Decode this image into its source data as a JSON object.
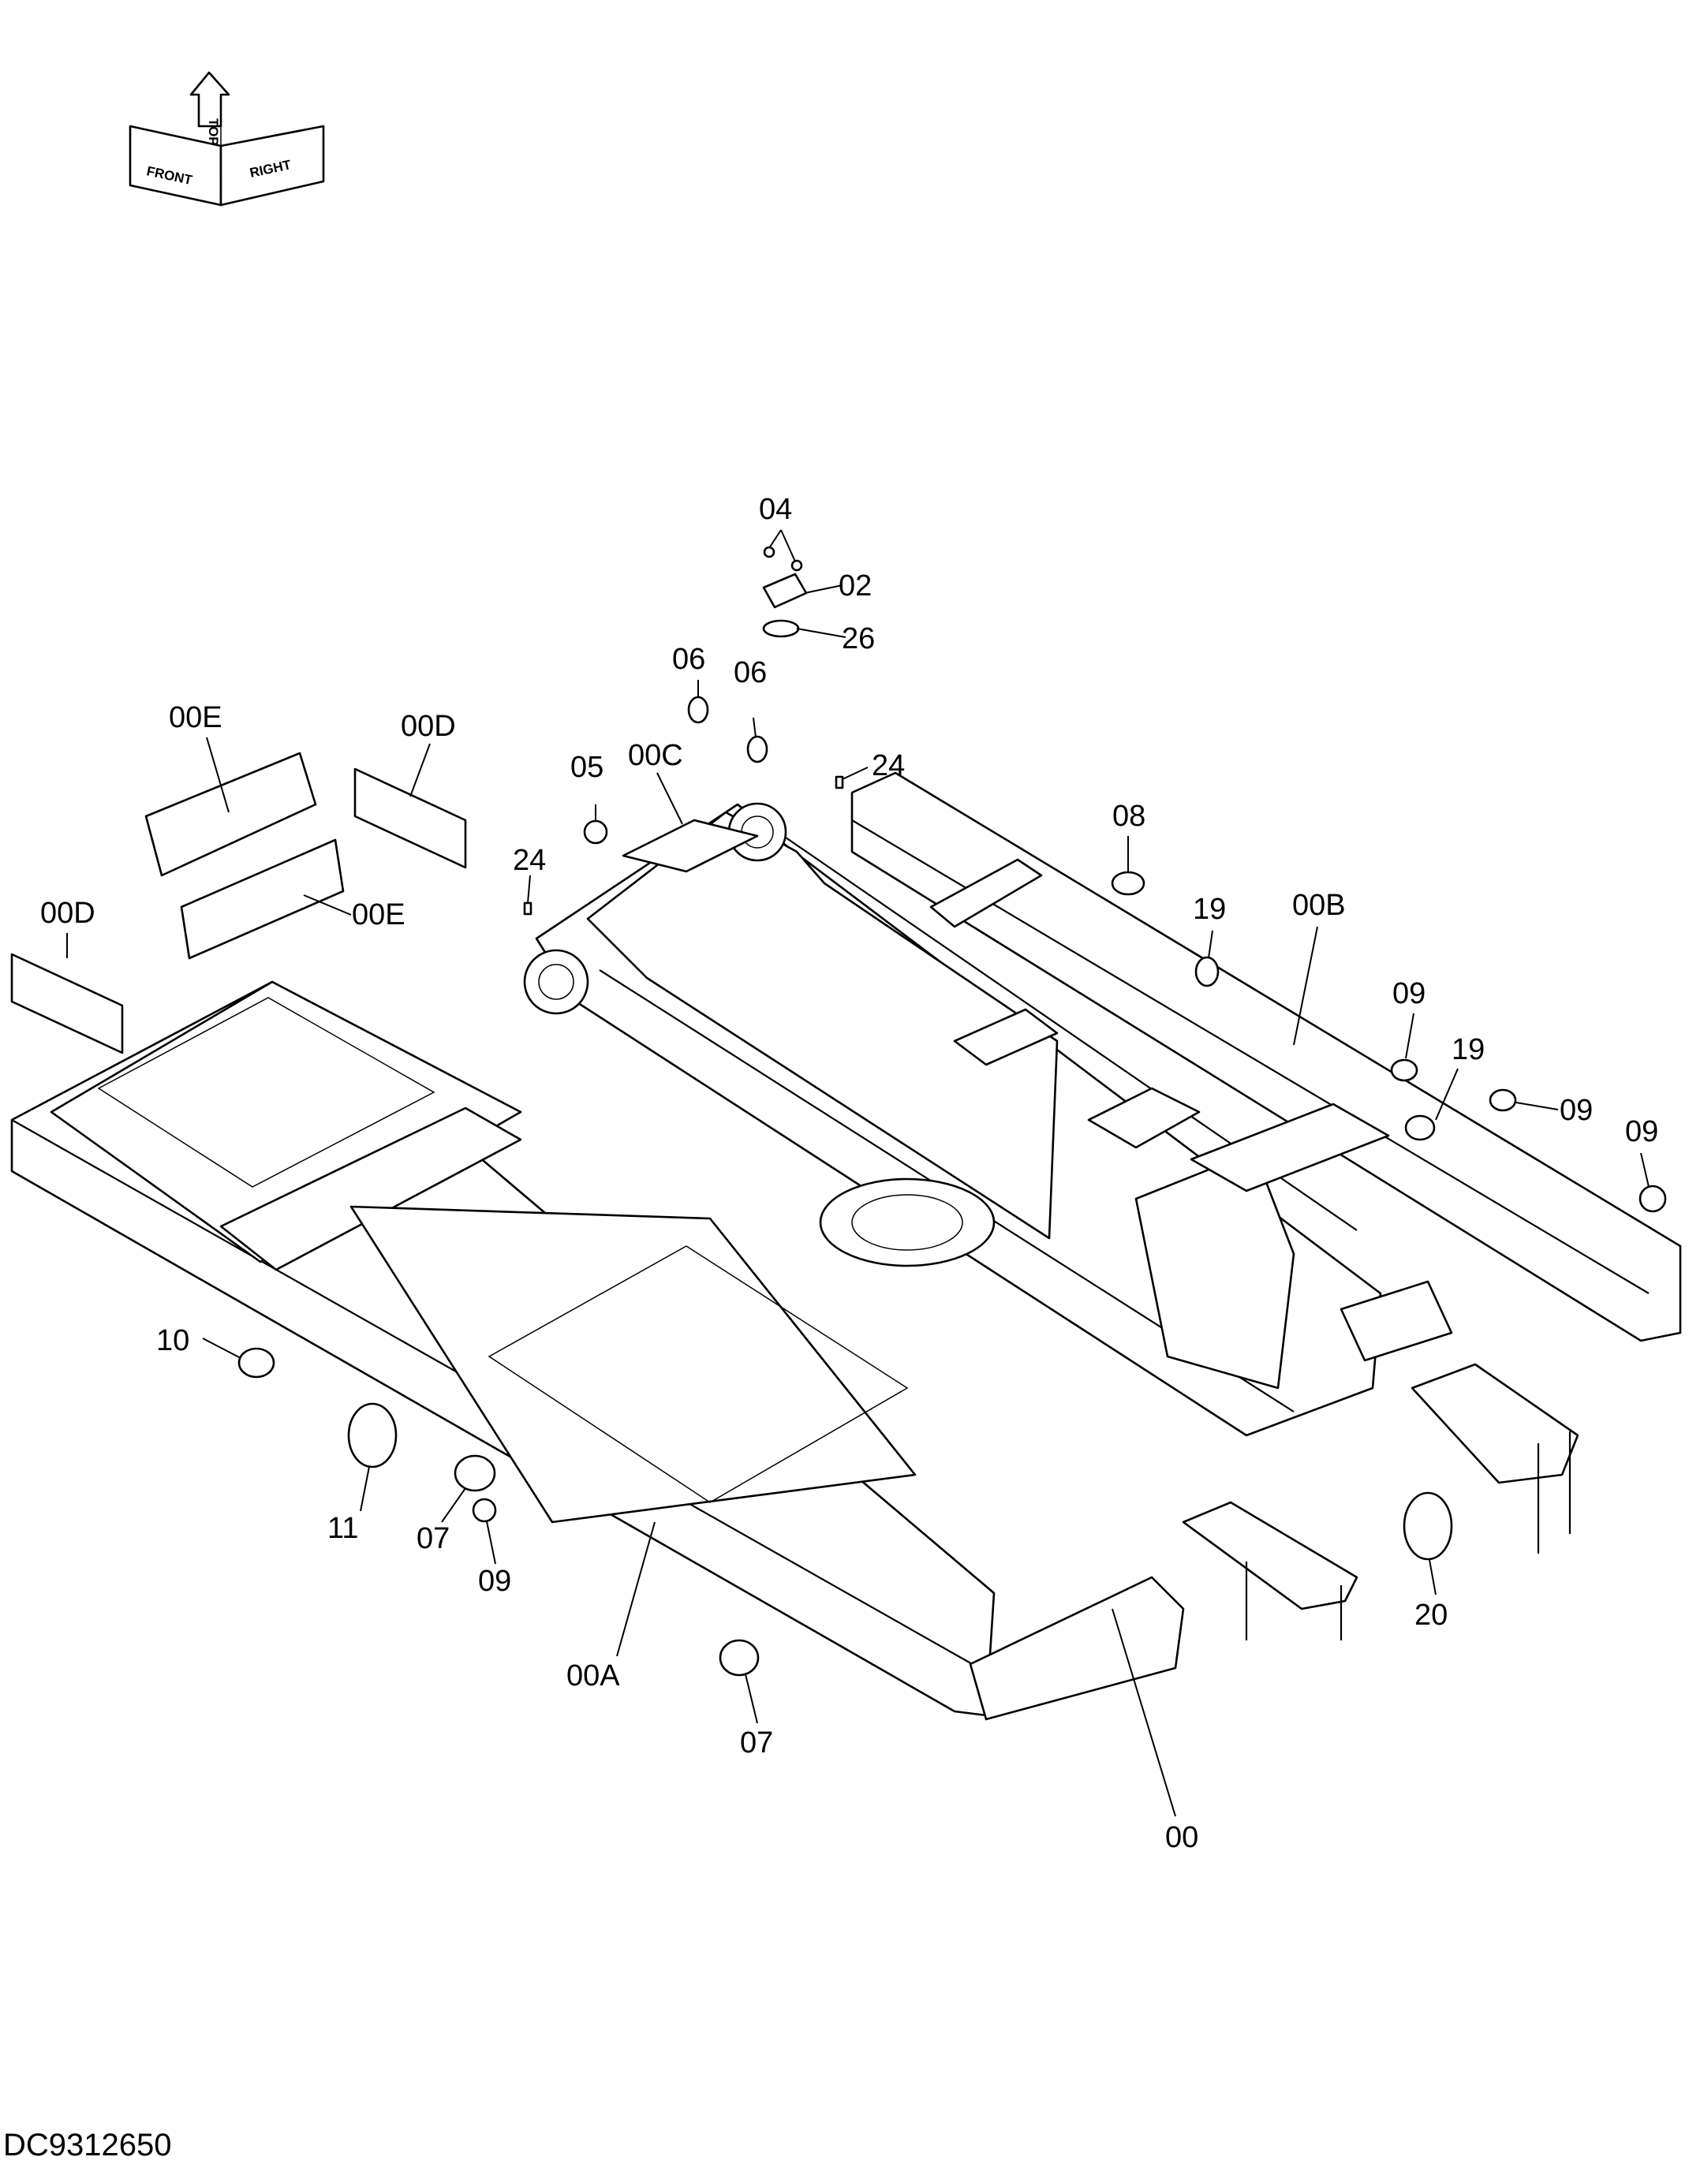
{
  "orientation": {
    "front": "FRONT",
    "top": "TOP",
    "right": "RIGHT"
  },
  "callouts": {
    "c04": "04",
    "c02": "02",
    "c26": "26",
    "c06a": "06",
    "c06b": "06",
    "c24a": "24",
    "c24b": "24",
    "c05": "05",
    "c00C": "00C",
    "c00E_top": "00E",
    "c00D_top": "00D",
    "c00D_left": "00D",
    "c00E_mid": "00E",
    "c08": "08",
    "c19a": "19",
    "c00B": "00B",
    "c09a": "09",
    "c19b": "19",
    "c09b": "09",
    "c09c": "09",
    "c10": "10",
    "c11": "11",
    "c07a": "07",
    "c09d": "09",
    "c00A": "00A",
    "c07b": "07",
    "c20": "20",
    "c00": "00"
  },
  "drawing_number": "DC9312650"
}
